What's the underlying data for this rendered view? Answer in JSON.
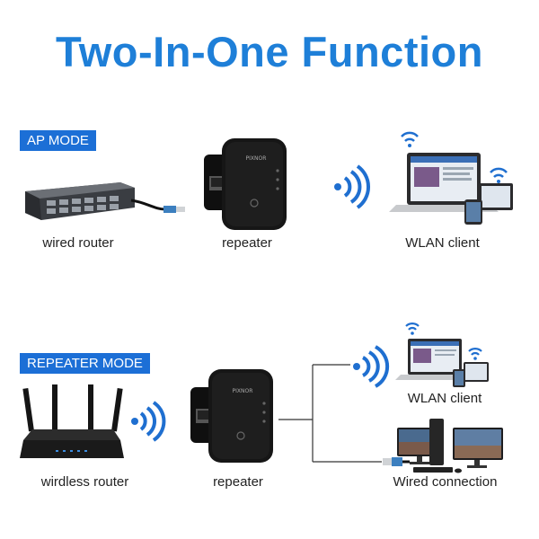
{
  "title": "Two-In-One Function",
  "ap_mode": {
    "badge": "AP MODE",
    "labels": {
      "router": "wired router",
      "repeater": "repeater",
      "client": "WLAN client"
    }
  },
  "repeater_mode": {
    "badge": "REPEATER MODE",
    "labels": {
      "router": "wirdless router",
      "repeater": "repeater",
      "client": "WLAN client",
      "wired": "Wired connection"
    }
  },
  "colors": {
    "accent": "#1e7fd8",
    "badge": "#1c6fd6",
    "device": "#151515",
    "wifi": "#1f6fd0"
  },
  "icons": [
    "wifi-waves-icon",
    "wifi-icon",
    "ethernet-cable-icon"
  ]
}
